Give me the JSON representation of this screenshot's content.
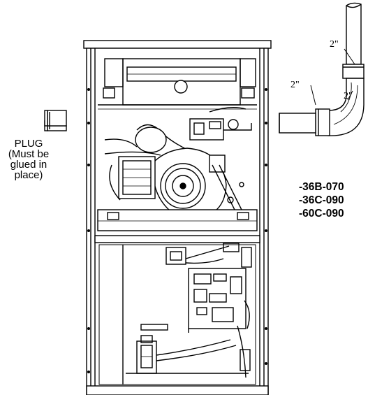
{
  "plug_label": {
    "lines": [
      "PLUG",
      "(Must be",
      "glued in",
      "place)"
    ]
  },
  "model_numbers": [
    "-36B-070",
    "-36C-090",
    "-60C-090"
  ],
  "pipe_dimensions": {
    "vertical": "2\"",
    "horizontal": "2\"",
    "elbow": "2\""
  }
}
